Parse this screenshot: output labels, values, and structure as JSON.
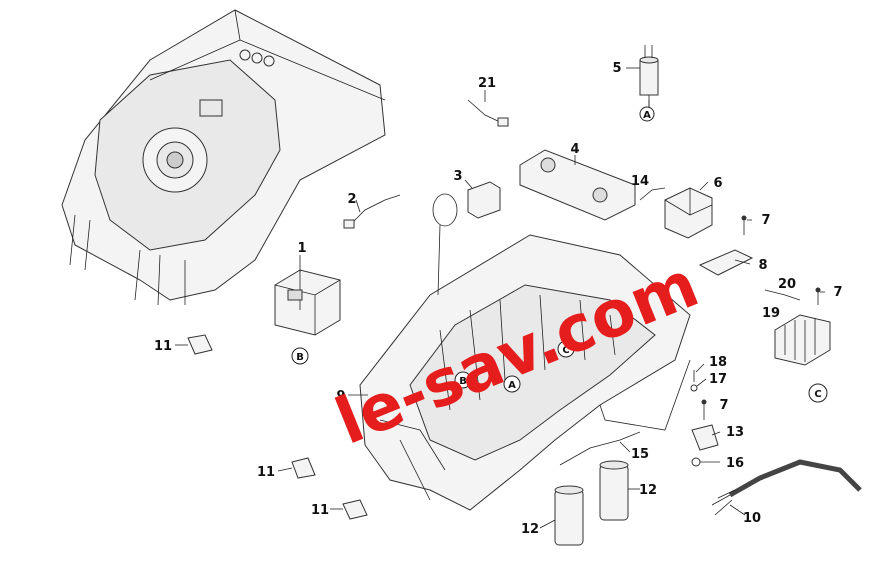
{
  "watermark": "le-sav.com",
  "part_numbers": {
    "p1": "1",
    "p2": "2",
    "p3": "3",
    "p4": "4",
    "p5": "5",
    "p6": "6",
    "p7a": "7",
    "p7b": "7",
    "p7c": "7",
    "p8": "8",
    "p9": "9",
    "p10": "10",
    "p11a": "11",
    "p11b": "11",
    "p11c": "11",
    "p12a": "12",
    "p12b": "12",
    "p13": "13",
    "p14": "14",
    "p15": "15",
    "p16": "16",
    "p17": "17",
    "p18": "18",
    "p19": "19",
    "p20": "20",
    "p21": "21"
  },
  "circle_refs": {
    "a_top": "A",
    "a_body": "A",
    "b_tr": "B",
    "b_body": "B",
    "c_body": "C",
    "c_term": "C"
  }
}
